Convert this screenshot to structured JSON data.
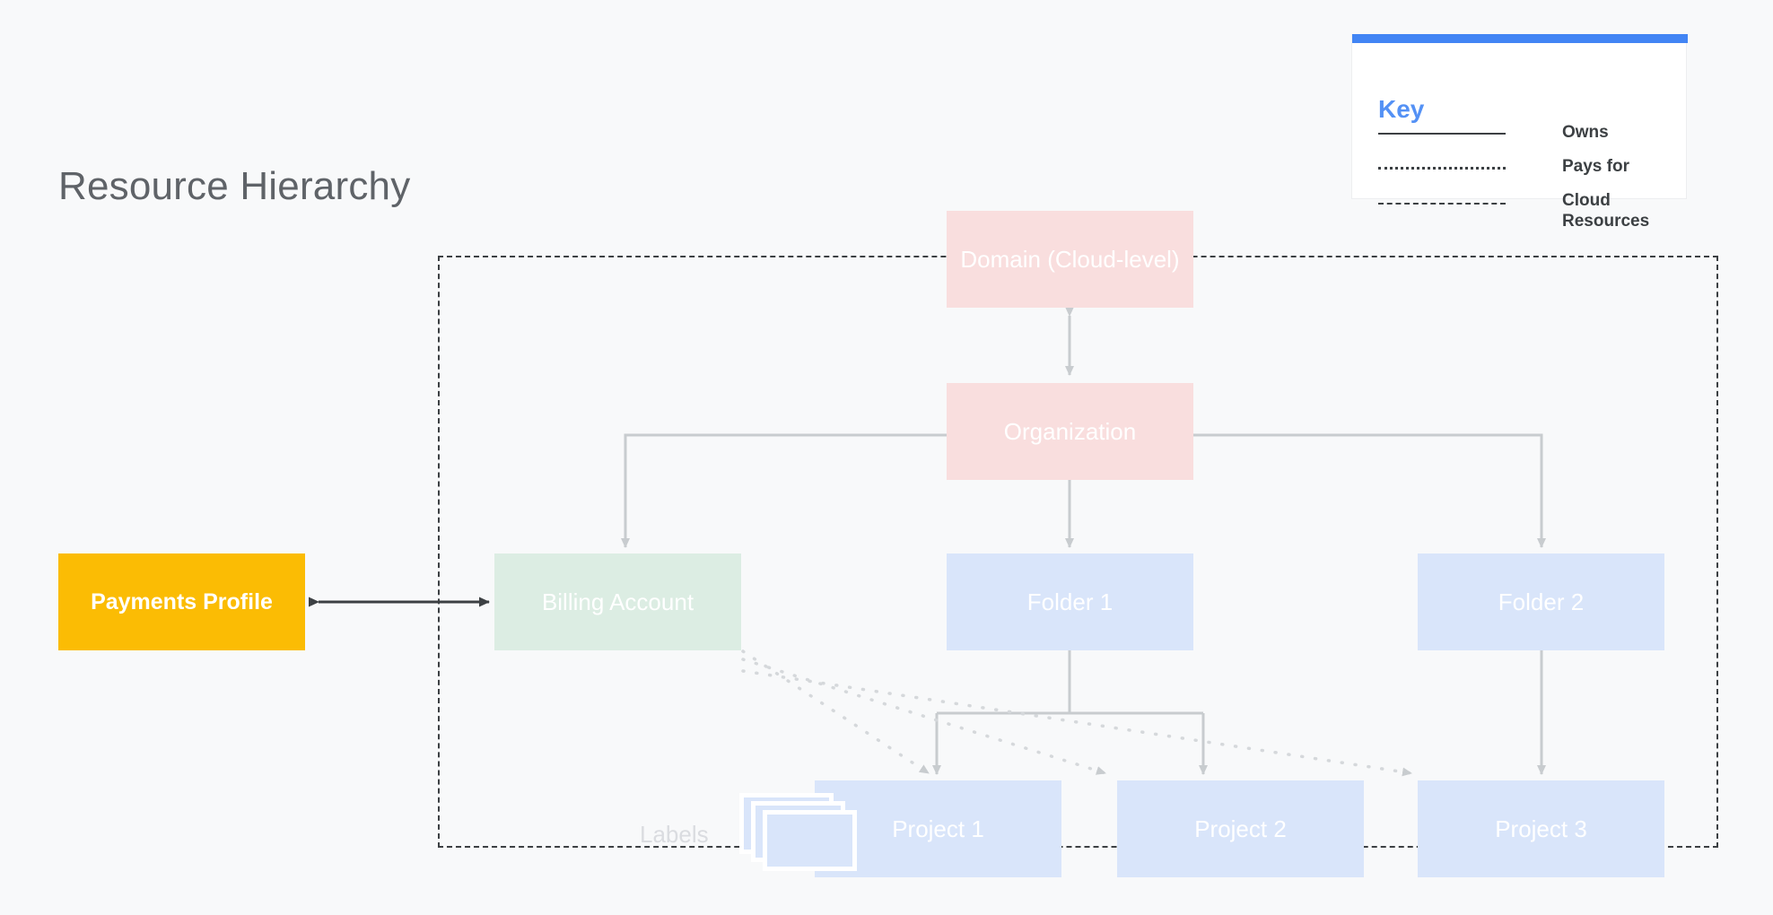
{
  "diagram": {
    "title": "Resource Hierarchy",
    "background_color": "#F8F9FA",
    "title_color": "#5F6368"
  },
  "key": {
    "heading": "Key",
    "heading_color": "#4285F4",
    "accent_bar_color": "#4285F4",
    "entries": [
      {
        "style": "solid",
        "label": "Owns"
      },
      {
        "style": "dotted",
        "label": "Pays for"
      },
      {
        "style": "dashed",
        "label": "Cloud Resources"
      }
    ]
  },
  "nodes": {
    "domain": {
      "label": "Domain (Cloud-level)",
      "color": "#F9DEDE"
    },
    "org": {
      "label": "Organization",
      "color": "#F9DEDE"
    },
    "billing": {
      "label": "Billing Account",
      "color": "#DCEDE3"
    },
    "folder1": {
      "label": "Folder 1",
      "color": "#D9E5FA"
    },
    "folder2": {
      "label": "Folder 2",
      "color": "#D9E5FA"
    },
    "project1": {
      "label": "Project 1",
      "color": "#D9E5FA"
    },
    "project2": {
      "label": "Project 2",
      "color": "#D9E5FA"
    },
    "project3": {
      "label": "Project 3",
      "color": "#D9E5FA"
    },
    "payments": {
      "label": "Payments Profile",
      "color": "#FBBC04"
    },
    "labels": {
      "label": "Labels",
      "color": "#DADCE0"
    }
  },
  "edges": [
    {
      "from": "domain",
      "to": "org",
      "type": "owns",
      "bidirectional": true
    },
    {
      "from": "org",
      "to": "billing",
      "type": "owns"
    },
    {
      "from": "org",
      "to": "folder1",
      "type": "owns"
    },
    {
      "from": "org",
      "to": "folder2",
      "type": "owns"
    },
    {
      "from": "folder1",
      "to": "project1",
      "type": "owns"
    },
    {
      "from": "folder1",
      "to": "project2",
      "type": "owns"
    },
    {
      "from": "folder2",
      "to": "project3",
      "type": "owns"
    },
    {
      "from": "payments",
      "to": "billing",
      "type": "owns",
      "bidirectional": true
    },
    {
      "from": "billing",
      "to": "project1",
      "type": "pays-for"
    },
    {
      "from": "billing",
      "to": "project2",
      "type": "pays-for"
    },
    {
      "from": "billing",
      "to": "project3",
      "type": "pays-for"
    }
  ],
  "cloud_boundary": {
    "style": "dashed",
    "color": "#3C4043"
  }
}
